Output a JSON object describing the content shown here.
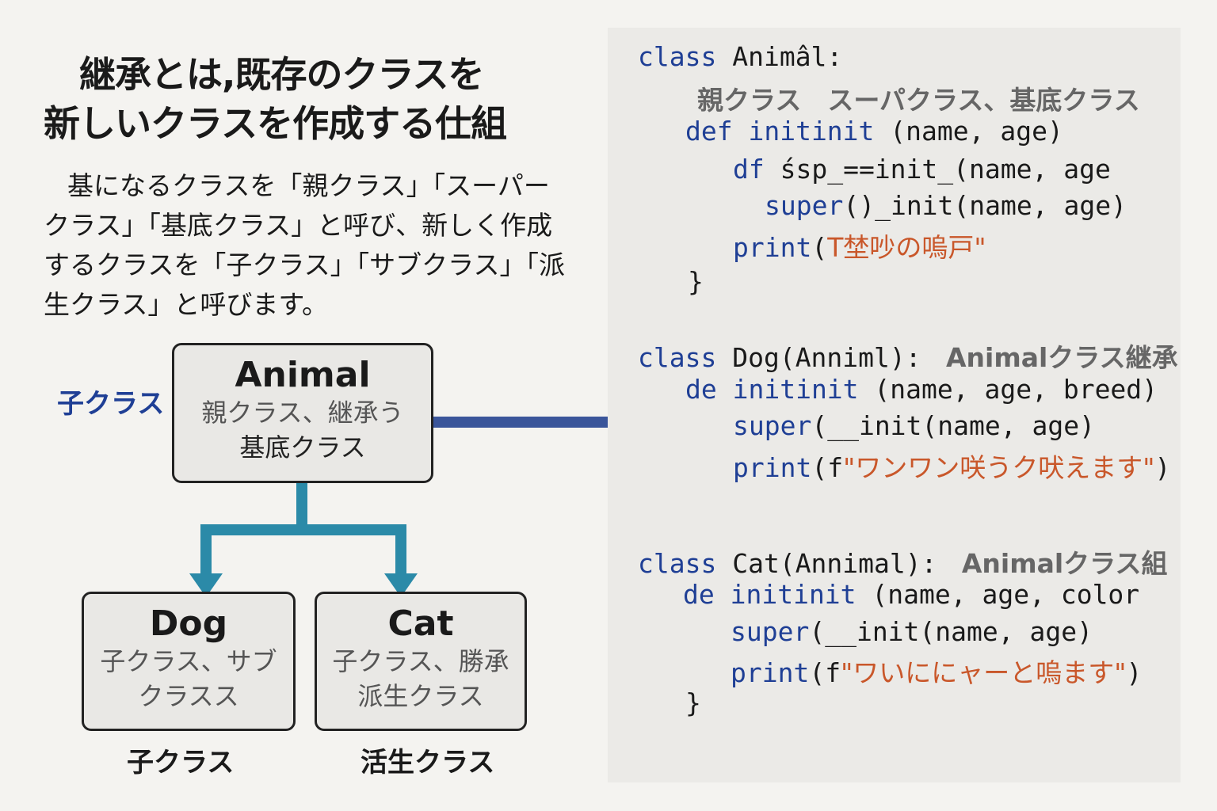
{
  "title": [
    "継承とは,既存のクラスを",
    "新しいクラスを作成する仕組"
  ],
  "description": "基になるクラスを「親クラス」「スーパークラス」「基底クラス」と呼び、新しく作成するクラスを「子クラス」「サブクラス」「派生クラス」と呼びます。",
  "diagram": {
    "side_label": "子クラス",
    "animal": {
      "name": "Animal",
      "sub1": "親クラス、継承う",
      "sub2": "基底クラス"
    },
    "dog": {
      "name": "Dog",
      "sub1": "子クラス、サブ",
      "sub2": "クラスス",
      "caption": "子クラス"
    },
    "cat": {
      "name": "Cat",
      "sub1": "子クラス、勝承",
      "sub2": "派生クラス",
      "caption": "活生クラス"
    }
  },
  "colors": {
    "keyword": "#1f3f95",
    "string": "#c9572a",
    "connector": "#2b8aa8",
    "link": "#3a559a"
  },
  "code": [
    [
      [
        "kw",
        "class "
      ],
      [
        "tx",
        "Animâl:"
      ]
    ],
    [
      [
        "cm",
        "親クラス　スーパクラス、基底クラス"
      ]
    ],
    [
      [
        "kw",
        "def initinit "
      ],
      [
        "tx",
        "(name, age)"
      ]
    ],
    [
      [
        "kw",
        "df "
      ],
      [
        "tx",
        "śsp_==init_(name, age"
      ]
    ],
    [
      [
        "kw",
        "super"
      ],
      [
        "tx",
        "()_init(name, age)"
      ]
    ],
    [
      [
        "kw",
        "print"
      ],
      [
        "tx",
        "("
      ],
      [
        "st",
        "T埜吵の嗚戸\""
      ]
    ],
    [
      [
        "tx",
        "}"
      ]
    ],
    [
      [
        "kw",
        "class "
      ],
      [
        "tx",
        "Dog(Anniml): "
      ],
      [
        "cm",
        " Animalクラス継承"
      ]
    ],
    [
      [
        "kw",
        "de initinit "
      ],
      [
        "tx",
        "(name, age, breed)"
      ]
    ],
    [
      [
        "kw",
        "super"
      ],
      [
        "tx",
        "(__init(name, age)"
      ]
    ],
    [
      [
        "kw",
        "print"
      ],
      [
        "tx",
        "(f"
      ],
      [
        "st",
        "\"ワンワン咲うク吠えます\""
      ],
      [
        "tx",
        ")"
      ]
    ],
    [
      [
        "kw",
        "class "
      ],
      [
        "tx",
        "Cat(Annimal): "
      ],
      [
        "cm",
        " Animalクラス組"
      ]
    ],
    [
      [
        "kw",
        "de initinit "
      ],
      [
        "tx",
        "(name, age, color"
      ]
    ],
    [
      [
        "kw",
        "super"
      ],
      [
        "tx",
        "(__init(name, age)"
      ]
    ],
    [
      [
        "kw",
        "print"
      ],
      [
        "tx",
        "(f"
      ],
      [
        "st",
        "\"ワいににャーと嗚ます\""
      ],
      [
        "tx",
        ")"
      ]
    ],
    [
      [
        "tx",
        "}"
      ]
    ]
  ]
}
